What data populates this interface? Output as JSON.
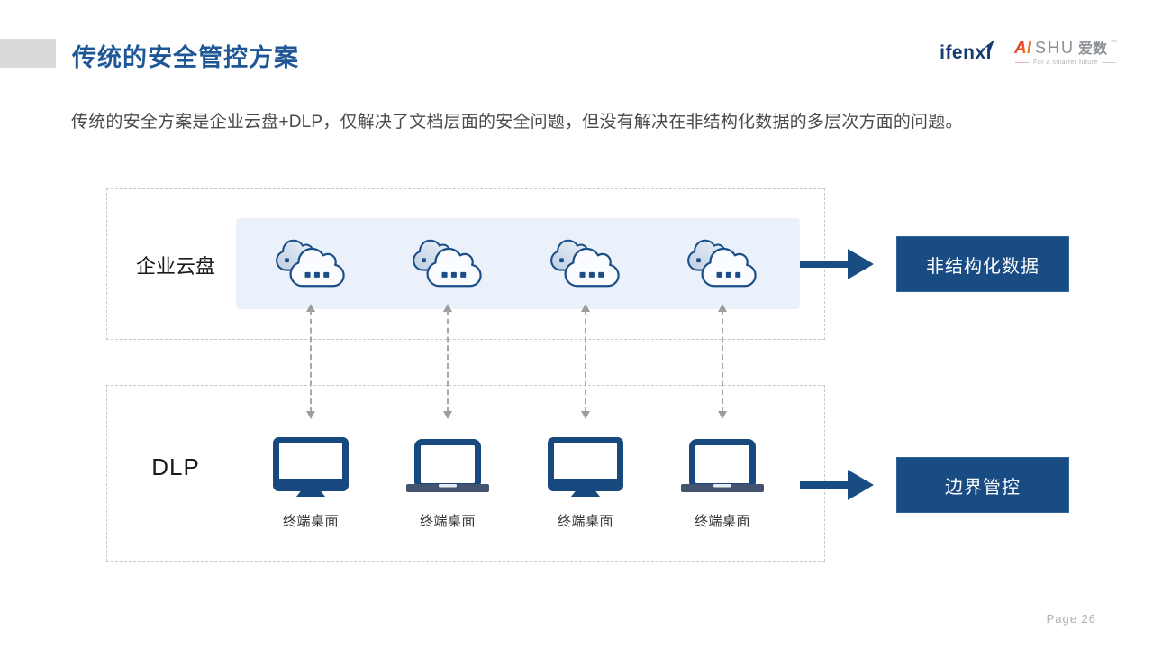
{
  "slide": {
    "title": "传统的安全管控方案",
    "body_text": "传统的安全方案是企业云盘+DLP，仅解决了文档层面的安全问题，但没有解决在非结构化数据的多层次方面的问题。",
    "page_label": "Page 26"
  },
  "logo": {
    "ifenxi_text": "ifenxi",
    "aishu_ai": "AI",
    "aishu_shu": "SHU",
    "aishu_cn": "爱数",
    "aishu_mark": "™",
    "tagline": "For a smarter future"
  },
  "diagram": {
    "cloud_row": {
      "label": "企业云盘",
      "cloud_icons": [
        "cloud-sync-icon",
        "cloud-sync-icon",
        "cloud-sync-icon",
        "cloud-sync-icon"
      ],
      "result": "非结构化数据"
    },
    "dlp_row": {
      "label": "DLP",
      "devices": [
        {
          "type": "desktop",
          "icon": "desktop-monitor-icon",
          "label": "终端桌面"
        },
        {
          "type": "laptop",
          "icon": "laptop-icon",
          "label": "终端桌面"
        },
        {
          "type": "desktop",
          "icon": "desktop-monitor-icon",
          "label": "终端桌面"
        },
        {
          "type": "laptop",
          "icon": "laptop-icon",
          "label": "终端桌面"
        }
      ],
      "result": "边界管控"
    }
  },
  "colors": {
    "title_blue": "#1F5796",
    "dark_blue": "#1A4C84",
    "icon_blue": "#17497E",
    "band_blue": "#EAF1FA",
    "laptop_base": "#44536F",
    "body_text": "#4A4A4A",
    "dashed_border": "#C9C9C9",
    "connector_gray": "#A8A8A8",
    "page_gray": "#B0B0B0",
    "corner_gray": "#D9D9D9"
  }
}
